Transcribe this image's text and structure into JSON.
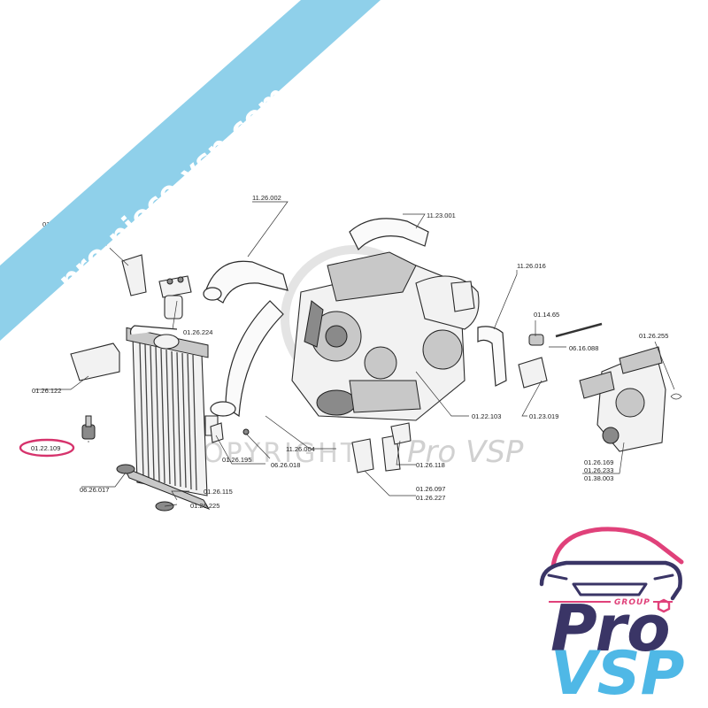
{
  "banner": {
    "text": "pro-piece-vsp.com",
    "color": "#8fd0ea"
  },
  "watermark": {
    "text": "COPYRIGHT",
    "brand": "Pro VSP"
  },
  "highlight_color": "#d6336c",
  "part_refs": {
    "r_01_26_164": "01.26.164",
    "r_11_26_002": "11.26.002",
    "r_11_23_001": "11.23.001",
    "r_11_26_016": "11.26.016",
    "r_01_26_224": "01.26.224",
    "r_01_14_65": "01.14.65",
    "r_06_16_088": "06.16.088",
    "r_01_26_255": "01.26.255",
    "r_01_26_122": "01.26.122",
    "r_01_22_109": "01.22.109",
    "r_01_26_195": "01.26.195",
    "r_06_26_018": "06.26.018",
    "r_11_26_004": "11.26.004",
    "r_01_26_118": "01.26.118",
    "r_01_22_103": "01.22.103",
    "r_01_23_019": "01.23.019",
    "r_06_26_017": "06.26.017",
    "r_01_26_115": "01.26.115",
    "r_01_26_225": "01.26.225",
    "r_01_26_097": "01.26.097",
    "r_01_26_227": "01.26.227",
    "r_01_26_169": "01.26.169",
    "r_01_26_233": "01.26.233",
    "r_01_38_003": "01.38.003"
  },
  "logo": {
    "group_label": "GROUP",
    "line1": "Pro",
    "line2": "VSP",
    "colors": {
      "pink": "#e0417a",
      "navy": "#3a3566",
      "blue": "#4fb8e6"
    }
  }
}
